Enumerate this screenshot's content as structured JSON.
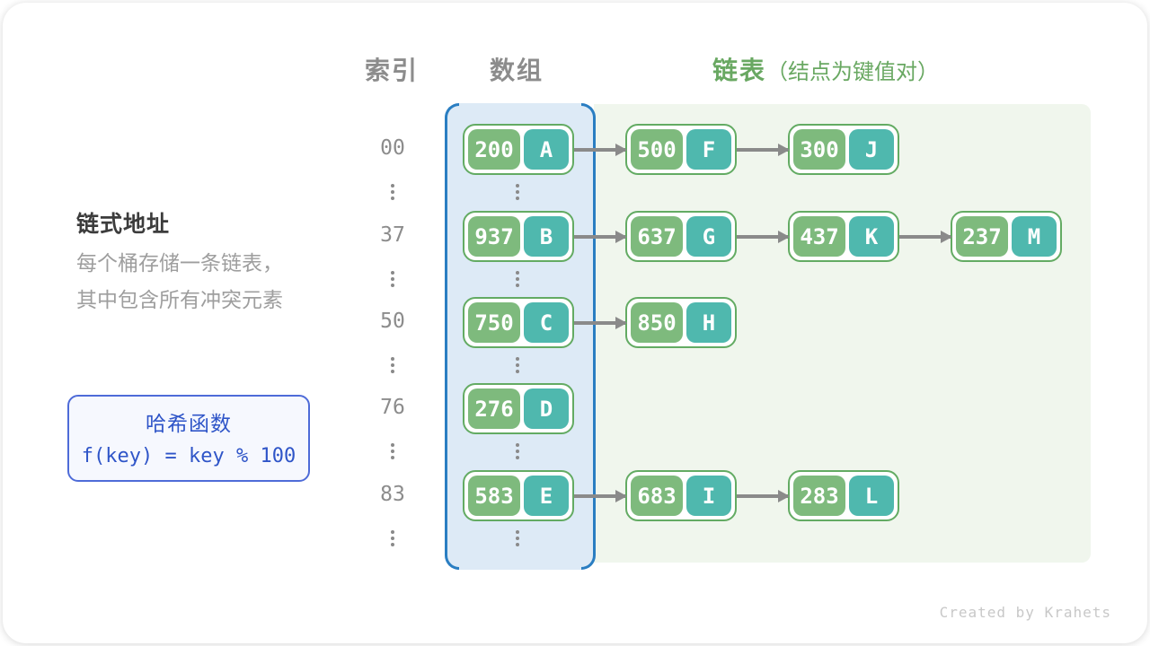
{
  "headers": {
    "index": "索引",
    "array": "数组",
    "list_title": "链表",
    "list_note": "（结点为键值对）"
  },
  "left": {
    "title": "链式地址",
    "desc_line1": "每个桶存储一条链表，",
    "desc_line2": "其中包含所有冲突元素",
    "hash_title": "哈希函数",
    "hash_formula": "f(key) = key % 100"
  },
  "rows": [
    {
      "index": "00",
      "bucket": {
        "key": "200",
        "value": "A"
      },
      "chain": [
        {
          "key": "500",
          "value": "F"
        },
        {
          "key": "300",
          "value": "J"
        }
      ]
    },
    {
      "index": "37",
      "bucket": {
        "key": "937",
        "value": "B"
      },
      "chain": [
        {
          "key": "637",
          "value": "G"
        },
        {
          "key": "437",
          "value": "K"
        },
        {
          "key": "237",
          "value": "M"
        }
      ]
    },
    {
      "index": "50",
      "bucket": {
        "key": "750",
        "value": "C"
      },
      "chain": [
        {
          "key": "850",
          "value": "H"
        }
      ]
    },
    {
      "index": "76",
      "bucket": {
        "key": "276",
        "value": "D"
      },
      "chain": []
    },
    {
      "index": "83",
      "bucket": {
        "key": "583",
        "value": "E"
      },
      "chain": [
        {
          "key": "683",
          "value": "I"
        },
        {
          "key": "283",
          "value": "L"
        }
      ]
    }
  ],
  "watermark": "Created by Krahets",
  "colors": {
    "header_gray": "#8C8C8C",
    "header_green": "#69A862",
    "title_dark": "#3C3C3C",
    "desc_gray": "#9E9E9E",
    "hash_border": "#4E6BD8",
    "hash_text": "#2F55C8",
    "hash_bg": "#F6F8FE",
    "array_bg": "#DDEAF6",
    "bracket_blue": "#2A7EC2",
    "list_bg": "#F0F6ED",
    "node_border": "#63AB63",
    "key_bg": "#7EBA7D",
    "value_bg": "#4FB8AE",
    "node_text": "#FFFFFF",
    "arrow": "#8A8A8A",
    "dots": "#8A8A8A",
    "watermark": "#C8C8C8"
  }
}
